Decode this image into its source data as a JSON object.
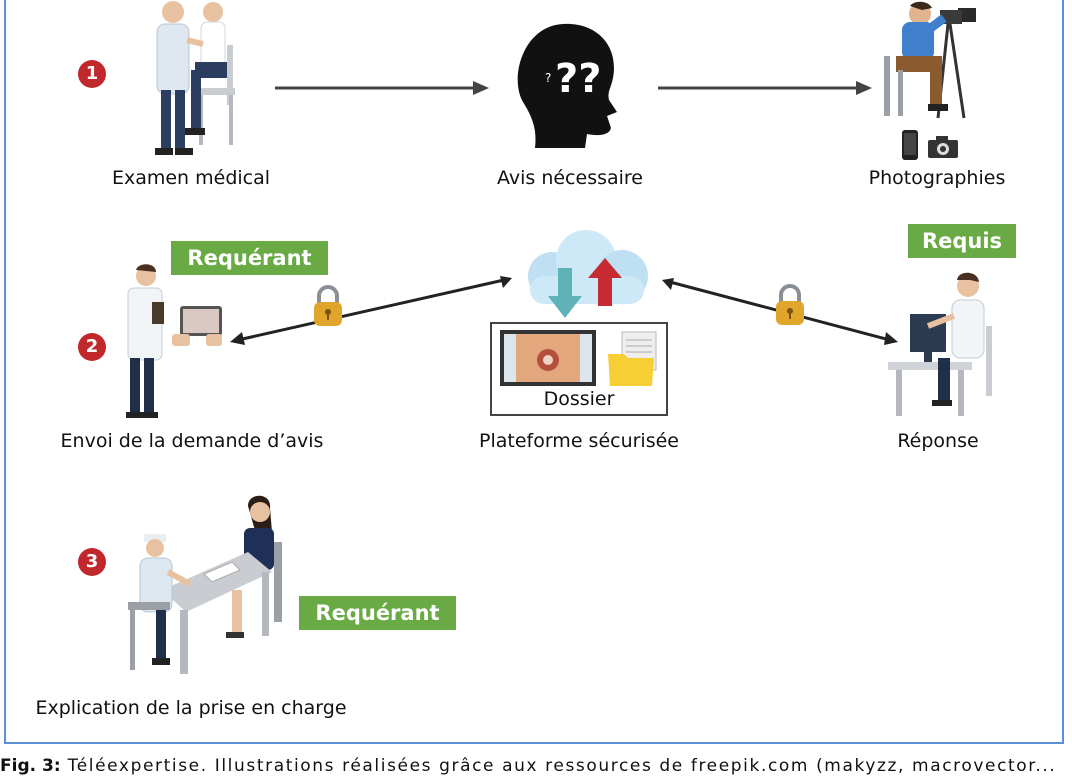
{
  "colors": {
    "frame": "#5b8fd6",
    "step_badge": "#c0282b",
    "tag_bg": "#6aaa45",
    "arrow": "#444444",
    "download_arrow": "#5fb3b8",
    "upload_arrow": "#c62a33"
  },
  "row1": {
    "step": "1",
    "exam_label": "Examen médical",
    "advice_label": "Avis nécessaire",
    "photos_label": "Photographies",
    "question_marks": "??"
  },
  "row2": {
    "step": "2",
    "requester_tag": "Requérant",
    "required_tag": "Requis",
    "request_label": "Envoi de la demande d’avis",
    "platform_label": "Plateforme sécurisée",
    "dossier_label": "Dossier",
    "response_label": "Réponse"
  },
  "row3": {
    "step": "3",
    "requester_tag": "Requérant",
    "explain_label": "Explication de la prise en charge"
  },
  "caption": {
    "prefix": "Fig. 3:",
    "text": "Téléexpertise. Illustrations réalisées grâce aux ressources de freepik.com (makyzz, macrovector..."
  },
  "icons": [
    "doctor-patient-icon",
    "head-question-icon",
    "photographer-icon",
    "phone-icon",
    "camera-icon",
    "doctor-tablet-icon",
    "lock-icon",
    "cloud-icon",
    "download-arrow-icon",
    "upload-arrow-icon",
    "dossier-photo-icon",
    "folder-icon",
    "doctor-computer-icon",
    "consultation-icon"
  ]
}
